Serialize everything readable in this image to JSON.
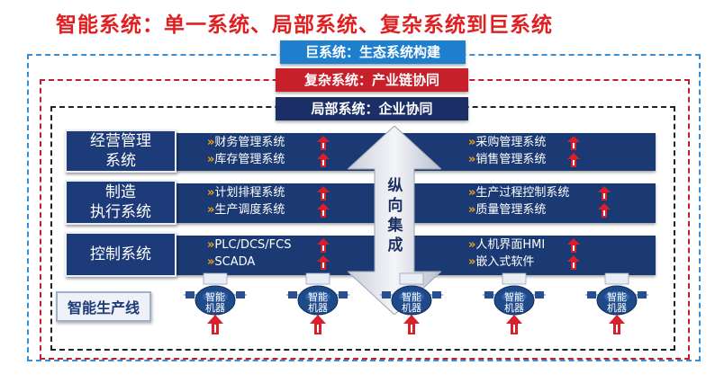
{
  "title": "智能系统：单一系统、局部系统、复杂系统到巨系统",
  "banners": {
    "giant": "巨系统：生态系统构建",
    "complex": "复杂系统：产业链协同",
    "local": "局部系统：企业协同"
  },
  "layers": [
    {
      "label": "经营管理\n系统",
      "left_items": [
        "财务管理系统",
        "库存管理系统"
      ],
      "right_items": [
        "采购管理系统",
        "销售管理系统"
      ]
    },
    {
      "label": "制造\n执行系统",
      "left_items": [
        "计划排程系统",
        "生产调度系统"
      ],
      "right_items": [
        "生产过程控制系统",
        "质量管理系统"
      ]
    },
    {
      "label": "控制系统",
      "left_items": [
        "PLC/DCS/FCS",
        "SCADA"
      ],
      "right_items": [
        "人机界面HMI",
        "嵌入式软件"
      ]
    }
  ],
  "chevron": "»",
  "vertical_integration": [
    "纵",
    "向",
    "集",
    "成"
  ],
  "production_line_label": "智能生产线",
  "robot_label": [
    "智能",
    "机器"
  ],
  "robot_count": 5,
  "colors": {
    "title_red": "#e02020",
    "navy": "#1b3a73",
    "blue": "#1e7fce",
    "red": "#c8202a",
    "orange": "#f2a417"
  }
}
